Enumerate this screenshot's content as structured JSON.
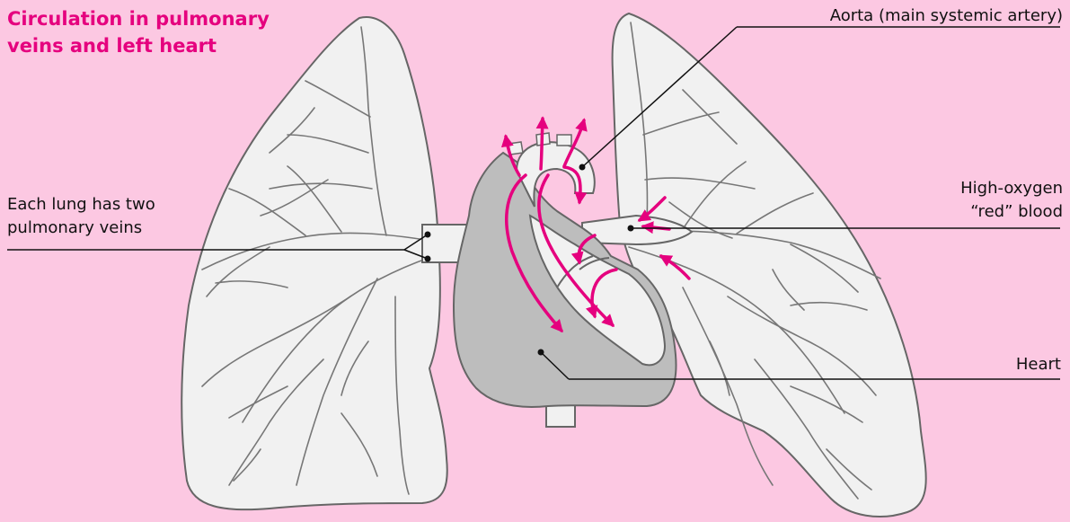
{
  "title": {
    "line1": "Circulation in pulmonary",
    "line2": "veins and left heart"
  },
  "labels": {
    "aorta": "Aorta (main systemic artery)",
    "veins_line1": "Each lung has two",
    "veins_line2": "pulmonary veins",
    "oxygen_line1": "High-oxygen",
    "oxygen_line2": "“red” blood",
    "heart": "Heart"
  },
  "colors": {
    "background": "#fcc8e2",
    "title": "#e5007e",
    "arrows": "#e5007e",
    "lung_fill": "#f1f1f1",
    "heart_fill": "#bdbdbd",
    "outline": "#666666"
  }
}
